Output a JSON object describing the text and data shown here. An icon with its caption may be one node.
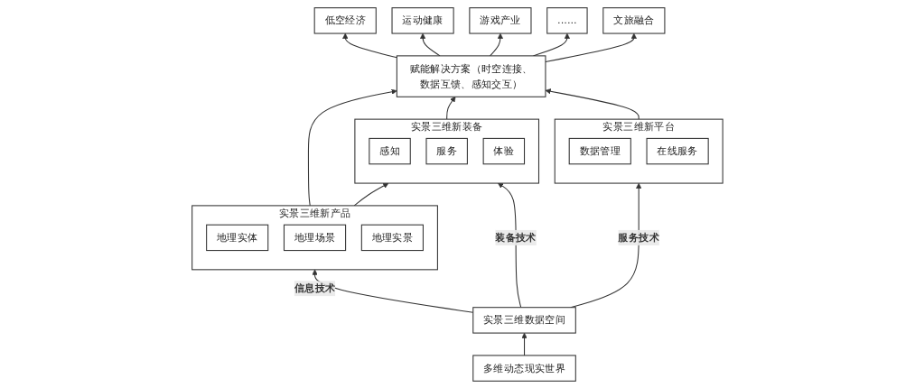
{
  "diagram": {
    "nodes": [
      {
        "text": [
          "低空经济"
        ]
      },
      {
        "text": [
          "运动健康"
        ]
      },
      {
        "text": [
          "游戏产业"
        ]
      },
      {
        "text": [
          "......"
        ]
      },
      {
        "text": [
          "文旅融合"
        ]
      },
      {
        "text": [
          "赋能解决方案（时空连接、数据互馈、感知交互）"
        ]
      },
      {
        "text": [
          "实景三维新产品"
        ]
      },
      {
        "text": [
          "地理实体"
        ],
        "in": 6
      },
      {
        "text": [
          "地理场景"
        ],
        "in": 6
      },
      {
        "text": [
          "地理实景"
        ],
        "in": 6
      },
      {
        "text": [
          "实景三维新装备"
        ]
      },
      {
        "text": [
          "感知"
        ],
        "in": 10
      },
      {
        "text": [
          "服务"
        ],
        "in": 10
      },
      {
        "text": [
          "体验"
        ],
        "in": 10
      },
      {
        "text": [
          "实景三维新平台"
        ]
      },
      {
        "text": [
          "数据管理"
        ],
        "in": 14
      },
      {
        "text": [
          "在线服务"
        ],
        "in": 14
      },
      {
        "text": [
          "多维动态现实世界"
        ]
      },
      {
        "text": [
          "实景三维数据空间"
        ]
      }
    ],
    "edges": [
      {
        "from": 5,
        "to": 0,
        "arrow": "to"
      },
      {
        "from": 5,
        "to": 1,
        "arrow": "to"
      },
      {
        "from": 5,
        "to": 2,
        "arrow": "to"
      },
      {
        "from": 5,
        "to": 3,
        "arrow": "to"
      },
      {
        "from": 5,
        "to": 4,
        "arrow": "to"
      },
      {
        "from": 6,
        "to": 5,
        "arrow": "to"
      },
      {
        "from": 10,
        "to": 5,
        "arrow": "to"
      },
      {
        "from": 14,
        "to": 5,
        "arrow": "to"
      },
      {
        "from": 6,
        "to": 10,
        "arrow": "to"
      },
      {
        "from": 17,
        "to": 18,
        "arrow": "to"
      },
      {
        "from": 18,
        "to": 6,
        "arrow": "to",
        "label": "信息技术"
      },
      {
        "from": 18,
        "to": 10,
        "arrow": "to",
        "label": "装备技术"
      },
      {
        "from": 18,
        "to": 14,
        "arrow": "to",
        "label": "服务技术"
      }
    ]
  }
}
